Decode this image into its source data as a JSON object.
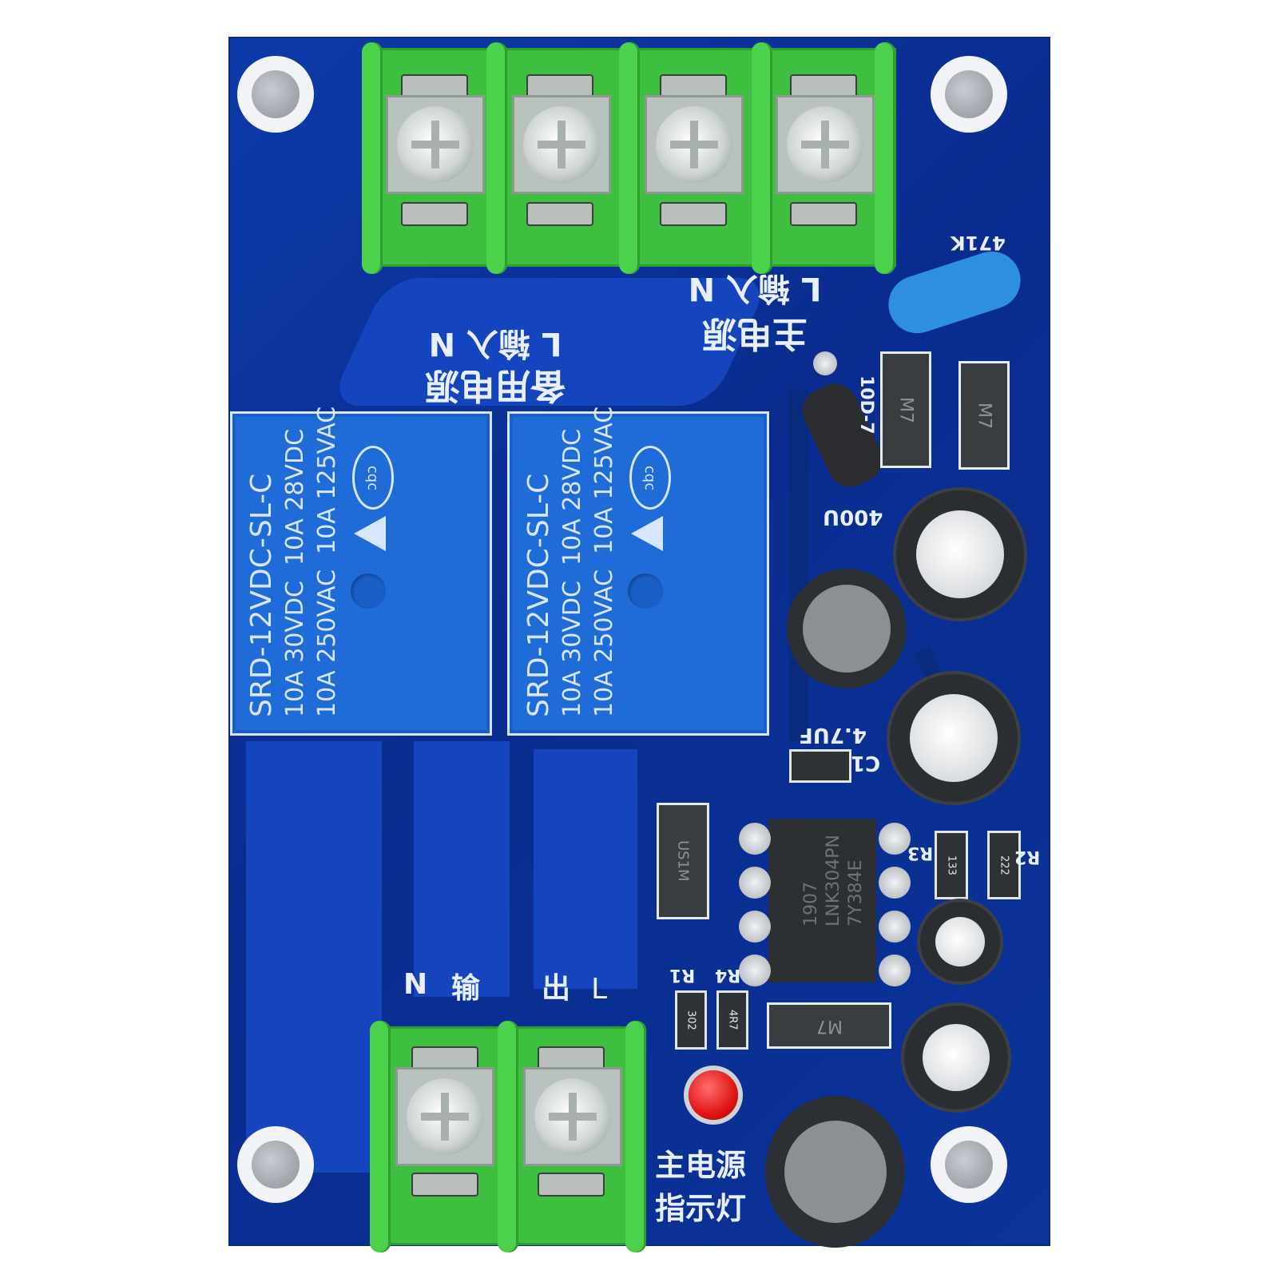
{
  "photo": {
    "subject": "Dual power automatic changeover relay module PCB",
    "board_color": "#0b3399",
    "terminal_color": "#3fbf3f"
  },
  "silkscreen": {
    "main_power_input": {
      "title": "主电源",
      "l": "L",
      "input": "输入",
      "n": "N"
    },
    "backup_power_input": {
      "title": "备用电源",
      "l": "L",
      "input": "输入",
      "n": "N"
    },
    "output": {
      "n": "N",
      "char1": "输",
      "char2": "出",
      "l": "L"
    },
    "indicator_label_line1": "主电源",
    "indicator_label_line2": "指示灯",
    "ycap_value": "471K",
    "ntc_value": "10D-7",
    "cap_400u": "400U",
    "cap_47uf": "4.7UF",
    "c1": "C1",
    "r1": "R1",
    "r2": "R2",
    "r3": "R3",
    "r4": "R4"
  },
  "relays": [
    {
      "brand": "cqc",
      "line1": "10A 250VAC  10A 125VAC",
      "line2": "10A 30VDC  10A 28VDC",
      "model": "SRD-12VDC-SL-C"
    },
    {
      "brand": "cqc",
      "line1": "10A 250VAC  10A 125VAC",
      "line2": "10A 30VDC  10A 28VDC",
      "model": "SRD-12VDC-SL-C"
    }
  ],
  "components": {
    "diode_top_left": "M7",
    "diode_top_right": "M7",
    "diode_bottom": "M7",
    "diode_left": "US1M",
    "ic_line1": "1907",
    "ic_line2": "LNK304PN",
    "ic_line3": "7Y384E",
    "r3_code": "133",
    "r2_code": "222",
    "r1_code": "302",
    "r4_code": "4R7"
  }
}
